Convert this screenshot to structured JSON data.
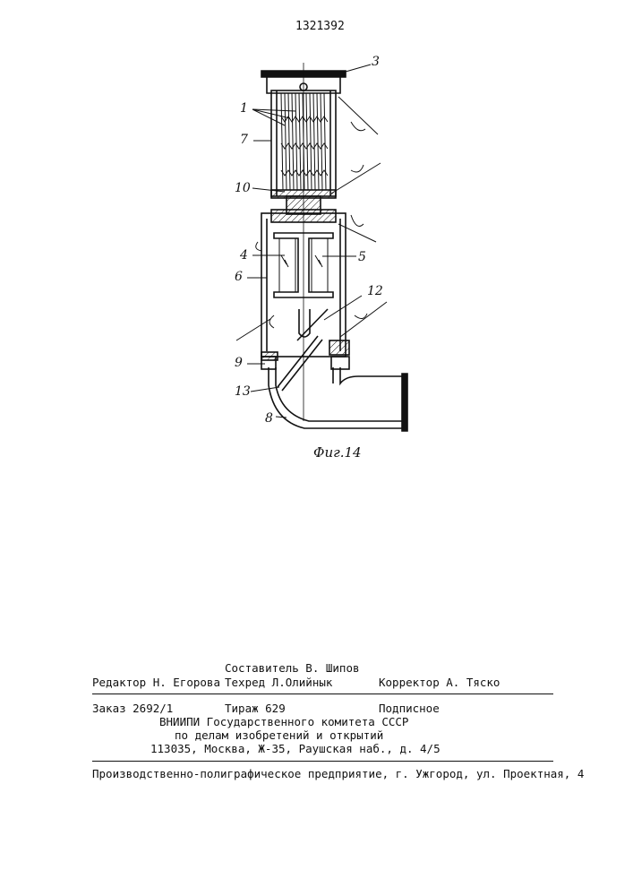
{
  "patent_number": "1321392",
  "figure": {
    "caption": "Фиг.14",
    "labels": [
      "3",
      "1",
      "7",
      "10",
      "4",
      "5",
      "6",
      "12",
      "9",
      "13",
      "8"
    ]
  },
  "imprint": {
    "editor": "Редактор Н. Егорова",
    "compiler": "Составитель В. Шипов",
    "techred": "Техред Л.Олийнык",
    "corrector": "Корректор А. Тяско",
    "order": "Заказ 2692/1",
    "circulation": "Тираж 629",
    "subscription": "Подписное",
    "org_line1": "ВНИИПИ Государственного комитета СССР",
    "org_line2": "по делам изобретений и открытий",
    "address": "113035, Москва, Ж-35, Раушская наб., д. 4/5",
    "printer": "Производственно-полиграфическое предприятие, г. Ужгород, ул. Проектная, 4"
  }
}
